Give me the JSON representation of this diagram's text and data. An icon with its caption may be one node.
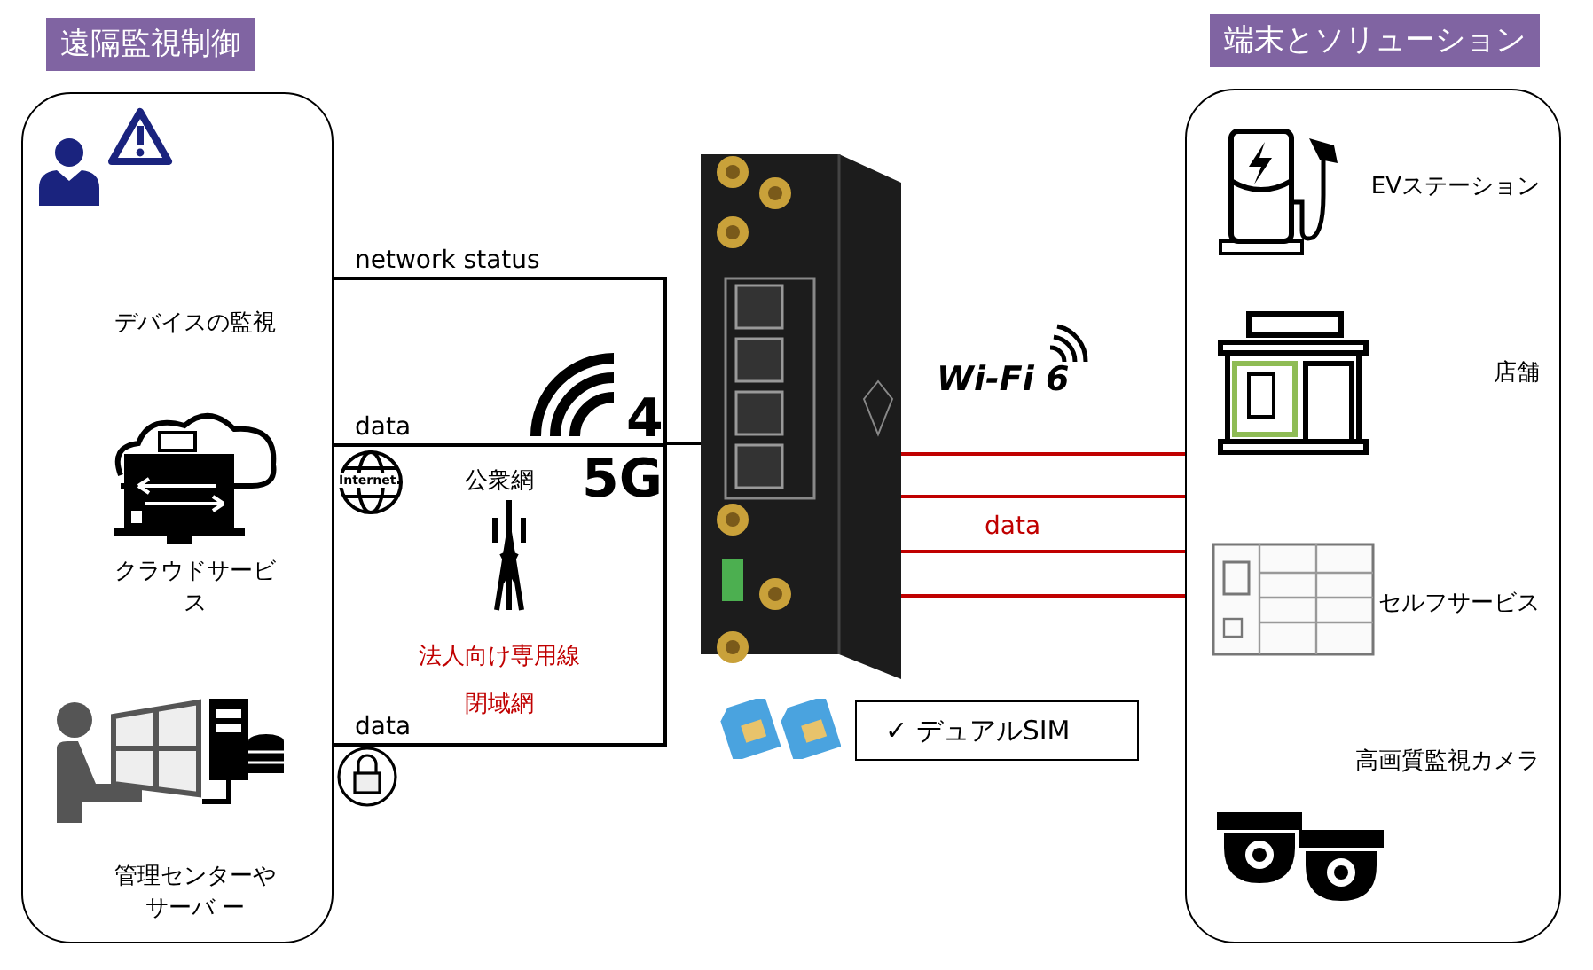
{
  "diagram": {
    "nodes": [
      {
        "text": [
          "遠隔監視制御"
        ]
      },
      {
        "text": [
          "デバイスの監視"
        ],
        "in": 0
      },
      {
        "text": [
          "クラウドサービス"
        ],
        "in": 0
      },
      {
        "text": [
          "管理センターやサーバ ー"
        ],
        "in": 0
      },
      {
        "text": [],
        "shape": "picture"
      },
      {
        "text": [
          "端末とソリューション"
        ]
      },
      {
        "text": [
          "EVステーション"
        ],
        "in": 5
      },
      {
        "text": [
          "店舗"
        ],
        "in": 5
      },
      {
        "text": [
          "セルフサービス"
        ],
        "in": 5
      },
      {
        "text": [
          "高画質監視カメラ"
        ],
        "in": 5
      },
      {
        "text": [
          "✓ デュアルSIM"
        ]
      }
    ],
    "edges": [
      {
        "from": 0,
        "to": 4,
        "arrow": "none",
        "label": "network status",
        "color": "#000000"
      },
      {
        "from": 0,
        "to": 4,
        "arrow": "none",
        "label": "data",
        "color": "#000000"
      },
      {
        "from": 0,
        "to": 4,
        "arrow": "none",
        "label": "data",
        "color": "#000000"
      },
      {
        "from": 4,
        "to": 5,
        "arrow": "none",
        "color": "#c00000"
      },
      {
        "from": 4,
        "to": 5,
        "arrow": "none",
        "color": "#c00000"
      },
      {
        "from": 4,
        "to": 5,
        "arrow": "none",
        "color": "#c00000"
      },
      {
        "from": 4,
        "to": 5,
        "arrow": "none",
        "color": "#c00000"
      }
    ],
    "labels": [
      "Internet",
      "公衆網",
      "4",
      "5G",
      "法人向け専用線",
      "閉域網",
      "Wi-Fi 6",
      "data"
    ]
  }
}
